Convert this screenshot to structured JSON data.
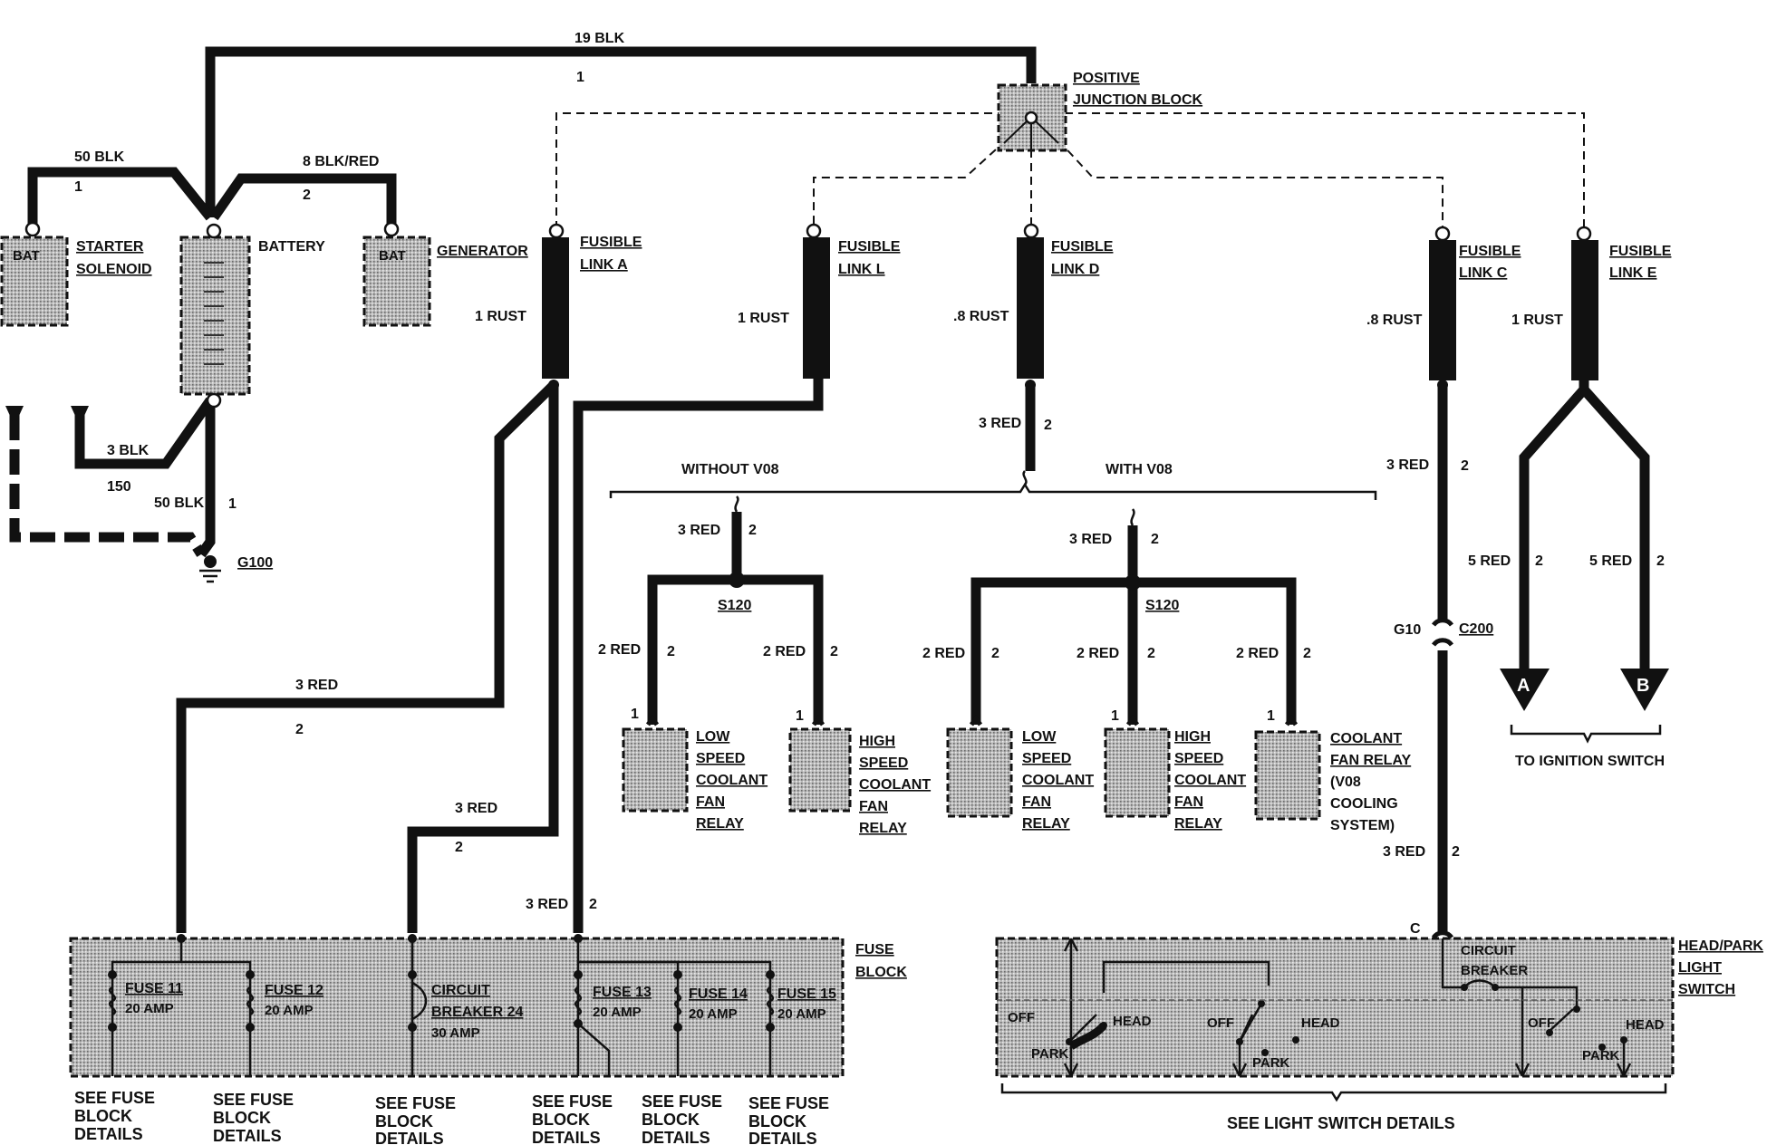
{
  "wires": {
    "main_19blk": "19 BLK",
    "main_19blk_circuit": "1",
    "starter_50blk": "50 BLK",
    "starter_circuit": "1",
    "gen_8blkred": "8 BLK/RED",
    "gen_circuit": "2",
    "ground_3blk": "3 BLK",
    "ground_150": "150",
    "ground_50blk": "50 BLK",
    "ground_circuit": "1",
    "fuse11_feed": "3 RED",
    "fuse11_circuit": "2",
    "cb24_feed": "3 RED",
    "cb24_circuit": "2",
    "fuse13_feed": "3 RED",
    "fuse13_circuit": "2",
    "linkA_rust": "1 RUST",
    "linkL_rust": "1 RUST",
    "linkD_rust": ".8 RUST",
    "linkC_rust": ".8 RUST",
    "linkE_rust": "1  RUST",
    "linkD_out": "3 RED",
    "linkD_out_circuit": "2",
    "left_feed": "3  RED",
    "left_feed_circuit": "2",
    "right_feed": "3  RED",
    "right_feed_circuit": "2",
    "relay1_wire": "2 RED",
    "relay2_wire": "2 RED",
    "relay3_wire": "2 RED",
    "relay4_wire": "2 RED",
    "relay5_wire": "2 RED",
    "relay_wire_circuit": "2",
    "relay_pin": "1",
    "linkC_out": "3 RED",
    "linkC_out_circuit": "2",
    "linkC_low": "3 RED",
    "linkC_low_circuit": "2",
    "linkE_a": "5 RED",
    "linkE_b": "5 RED",
    "linkE_circuit": "2"
  },
  "components": {
    "starter_terminal": "BAT",
    "starter_label_1": "STARTER",
    "starter_label_2": "SOLENOID",
    "battery_label": "BATTERY",
    "generator_terminal": "BAT",
    "generator_label": "GENERATOR",
    "ground_label": "G100",
    "junction_label_1": "POSITIVE",
    "junction_label_2": "JUNCTION BLOCK",
    "linkA_1": "FUSIBLE",
    "linkA_2": "LINK A",
    "linkL_1": "FUSIBLE",
    "linkL_2": "LINK L",
    "linkD_1": "FUSIBLE",
    "linkD_2": "LINK D",
    "linkC_1": "FUSIBLE",
    "linkC_2": "LINK C",
    "linkE_1": "FUSIBLE",
    "linkE_2": "LINK E"
  },
  "branches": {
    "without_v08": "WITHOUT V08",
    "with_v08": "WITH V08",
    "splice_left": "S120",
    "splice_right": "S120"
  },
  "relays": [
    {
      "lines": [
        "LOW",
        "SPEED",
        "COOLANT",
        "FAN",
        "RELAY"
      ]
    },
    {
      "lines": [
        "HIGH",
        "SPEED",
        "COOLANT",
        "FAN",
        "RELAY"
      ]
    },
    {
      "lines": [
        "LOW",
        "SPEED",
        "COOLANT",
        "FAN",
        "RELAY"
      ]
    },
    {
      "lines": [
        "HIGH",
        "SPEED",
        "COOLANT",
        "FAN",
        "RELAY"
      ]
    },
    {
      "lines": [
        "COOLANT",
        "FAN RELAY",
        "(V08",
        "COOLING",
        "SYSTEM)"
      ]
    }
  ],
  "connector": {
    "g10": "G10",
    "c200": "C200",
    "c_pin": "C"
  },
  "ignition": {
    "a": "A",
    "b": "B",
    "label": "TO IGNITION SWITCH"
  },
  "fuse_block": {
    "label_1": "FUSE",
    "label_2": "BLOCK",
    "fuses": [
      {
        "name": "FUSE 11",
        "rating": "20 AMP"
      },
      {
        "name": "FUSE 12",
        "rating": "20 AMP"
      },
      {
        "name": "CIRCUIT",
        "name2": "BREAKER 24",
        "rating": "30 AMP"
      },
      {
        "name": "FUSE 13",
        "rating": "20 AMP"
      },
      {
        "name": "FUSE 14",
        "rating": "20 AMP"
      },
      {
        "name": "FUSE 15",
        "rating": "20 AMP"
      }
    ],
    "see_details": [
      [
        "SEE FUSE",
        "BLOCK",
        "DETAILS"
      ],
      [
        "SEE FUSE",
        "BLOCK",
        "DETAILS"
      ],
      [
        "SEE FUSE",
        "BLOCK",
        "DETAILS"
      ],
      [
        "SEE FUSE",
        "BLOCK",
        "DETAILS"
      ],
      [
        "SEE FUSE",
        "BLOCK",
        "DETAILS"
      ],
      [
        "SEE FUSE",
        "BLOCK",
        "DETAILS"
      ]
    ]
  },
  "light_switch": {
    "label_1": "HEAD/PARK",
    "label_2": "LIGHT",
    "label_3": "SWITCH",
    "breaker_1": "CIRCUIT",
    "breaker_2": "BREAKER",
    "off": "OFF",
    "head": "HEAD",
    "park": "PARK",
    "see_details": "SEE LIGHT SWITCH DETAILS"
  }
}
